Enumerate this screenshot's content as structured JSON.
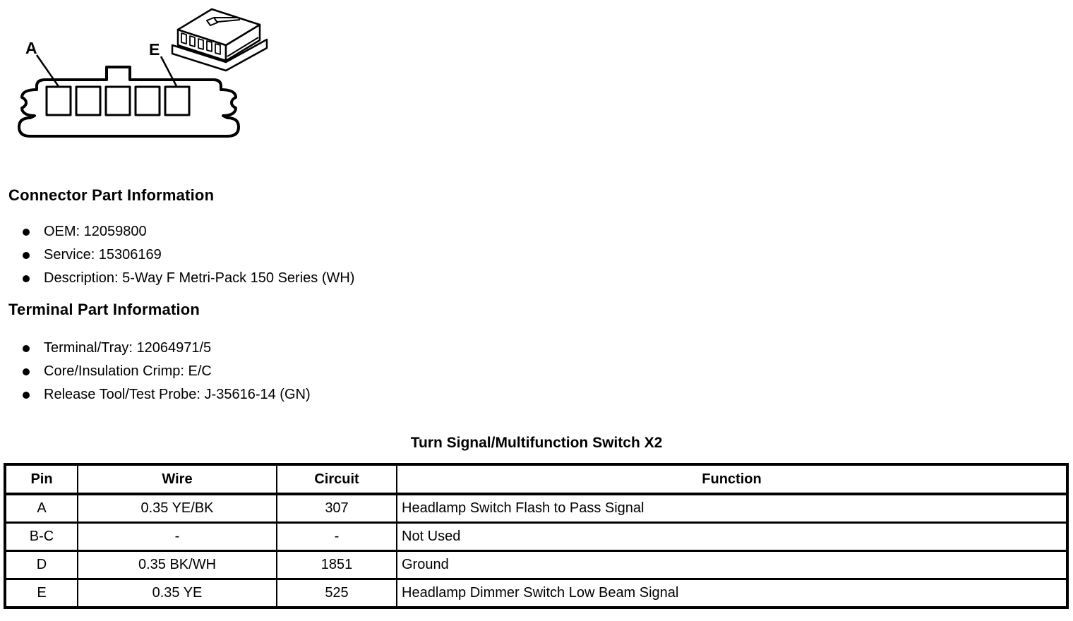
{
  "page": {
    "background": "#ffffff",
    "ink": "#000000"
  },
  "figure": {
    "description": "5-way connector face view with isometric view",
    "pin_label_left": "A",
    "pin_label_right": "E",
    "cavity_count": 5
  },
  "sections": [
    {
      "heading": "Connector Part Information",
      "items": [
        "OEM: 12059800",
        "Service: 15306169",
        "Description: 5-Way F Metri-Pack 150 Series (WH)"
      ]
    },
    {
      "heading": "Terminal Part Information",
      "items": [
        "Terminal/Tray: 12064971/5",
        "Core/Insulation Crimp: E/C",
        "Release Tool/Test Probe: J-35616-14 (GN)"
      ]
    }
  ],
  "table": {
    "title": "Turn Signal/Multifunction Switch X2",
    "headers": [
      "Pin",
      "Wire",
      "Circuit",
      "Function"
    ],
    "rows": [
      [
        "A",
        "0.35 YE/BK",
        "307",
        "Headlamp Switch Flash to Pass Signal"
      ],
      [
        "B-C",
        "-",
        "-",
        "Not Used"
      ],
      [
        "D",
        "0.35 BK/WH",
        "1851",
        "Ground"
      ],
      [
        "E",
        "0.35 YE",
        "525",
        "Headlamp Dimmer Switch Low Beam Signal"
      ]
    ]
  }
}
